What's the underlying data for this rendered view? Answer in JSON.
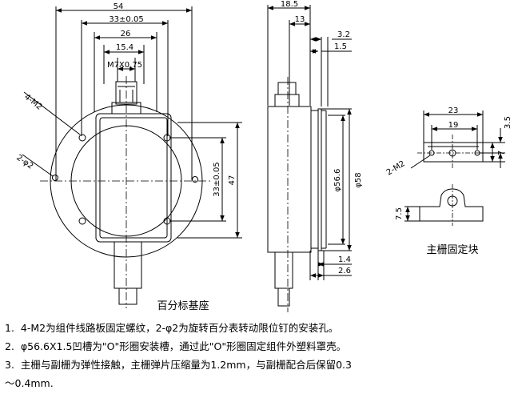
{
  "front_view": {
    "dims": {
      "w54": "54",
      "w33": "33±0.05",
      "w26": "26",
      "w15": "15.4",
      "thread": "M7X0.75",
      "h33": "33±0.05",
      "h47": "47"
    },
    "hole_label_4": "4-M2",
    "hole_label_2": "2-φ2",
    "caption": "百分标基座"
  },
  "side_view": {
    "dims": {
      "w185": "18.5",
      "w13": "13",
      "w32": "3.2",
      "w15": "1.5",
      "d566": "φ56.6",
      "d58": "φ58",
      "w14": "1.4",
      "w26": "2.6"
    }
  },
  "block_view": {
    "dims": {
      "w23": "23",
      "w19": "19",
      "h35": "3.5",
      "h7": "7",
      "h75": "7.5"
    },
    "hole_label": "2-M2",
    "caption": "主栅固定块"
  },
  "notes": [
    "1.  4-M2为组件线路板固定螺纹，2-φ2为旋转百分表转动限位钉的安装孔。",
    "2.  φ56.6X1.5凹槽为\"O\"形圈安装槽，通过此\"O\"形圈固定组件外塑料罩壳。",
    "3.  主栅与副栅为弹性接触，主栅弹片压缩量为1.2mm，与副栅配合后保留0.3\n～0.4mm."
  ]
}
